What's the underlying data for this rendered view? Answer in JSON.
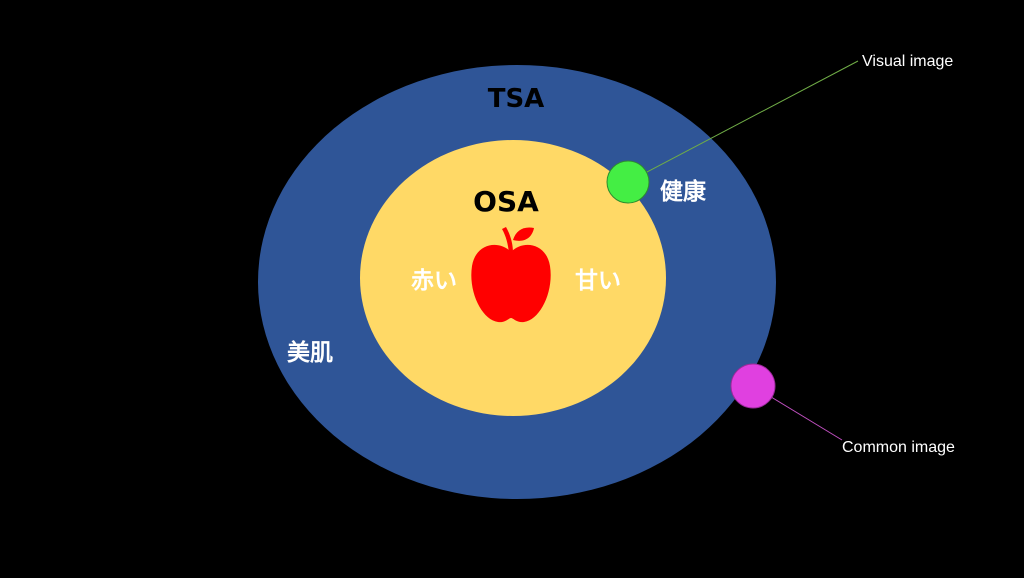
{
  "diagram": {
    "outer_label": "TSA",
    "inner_label": "OSA",
    "inner_left_word": "赤い",
    "inner_right_word": "甘い",
    "outer_right_word": "健康",
    "outer_left_word": "美肌",
    "center_icon": "apple-icon",
    "callouts": {
      "visual": "Visual image",
      "common": "Common image"
    }
  },
  "colors": {
    "background": "#000000",
    "outer_ellipse": "#2f5597",
    "inner_ellipse": "#ffd966",
    "apple": "#ff0000",
    "visual_marker": "#44ee44",
    "visual_line": "#70ad47",
    "common_marker": "#e040e0",
    "common_line": "#c050c0",
    "label_dark": "#000000",
    "label_light": "#ffffff"
  }
}
